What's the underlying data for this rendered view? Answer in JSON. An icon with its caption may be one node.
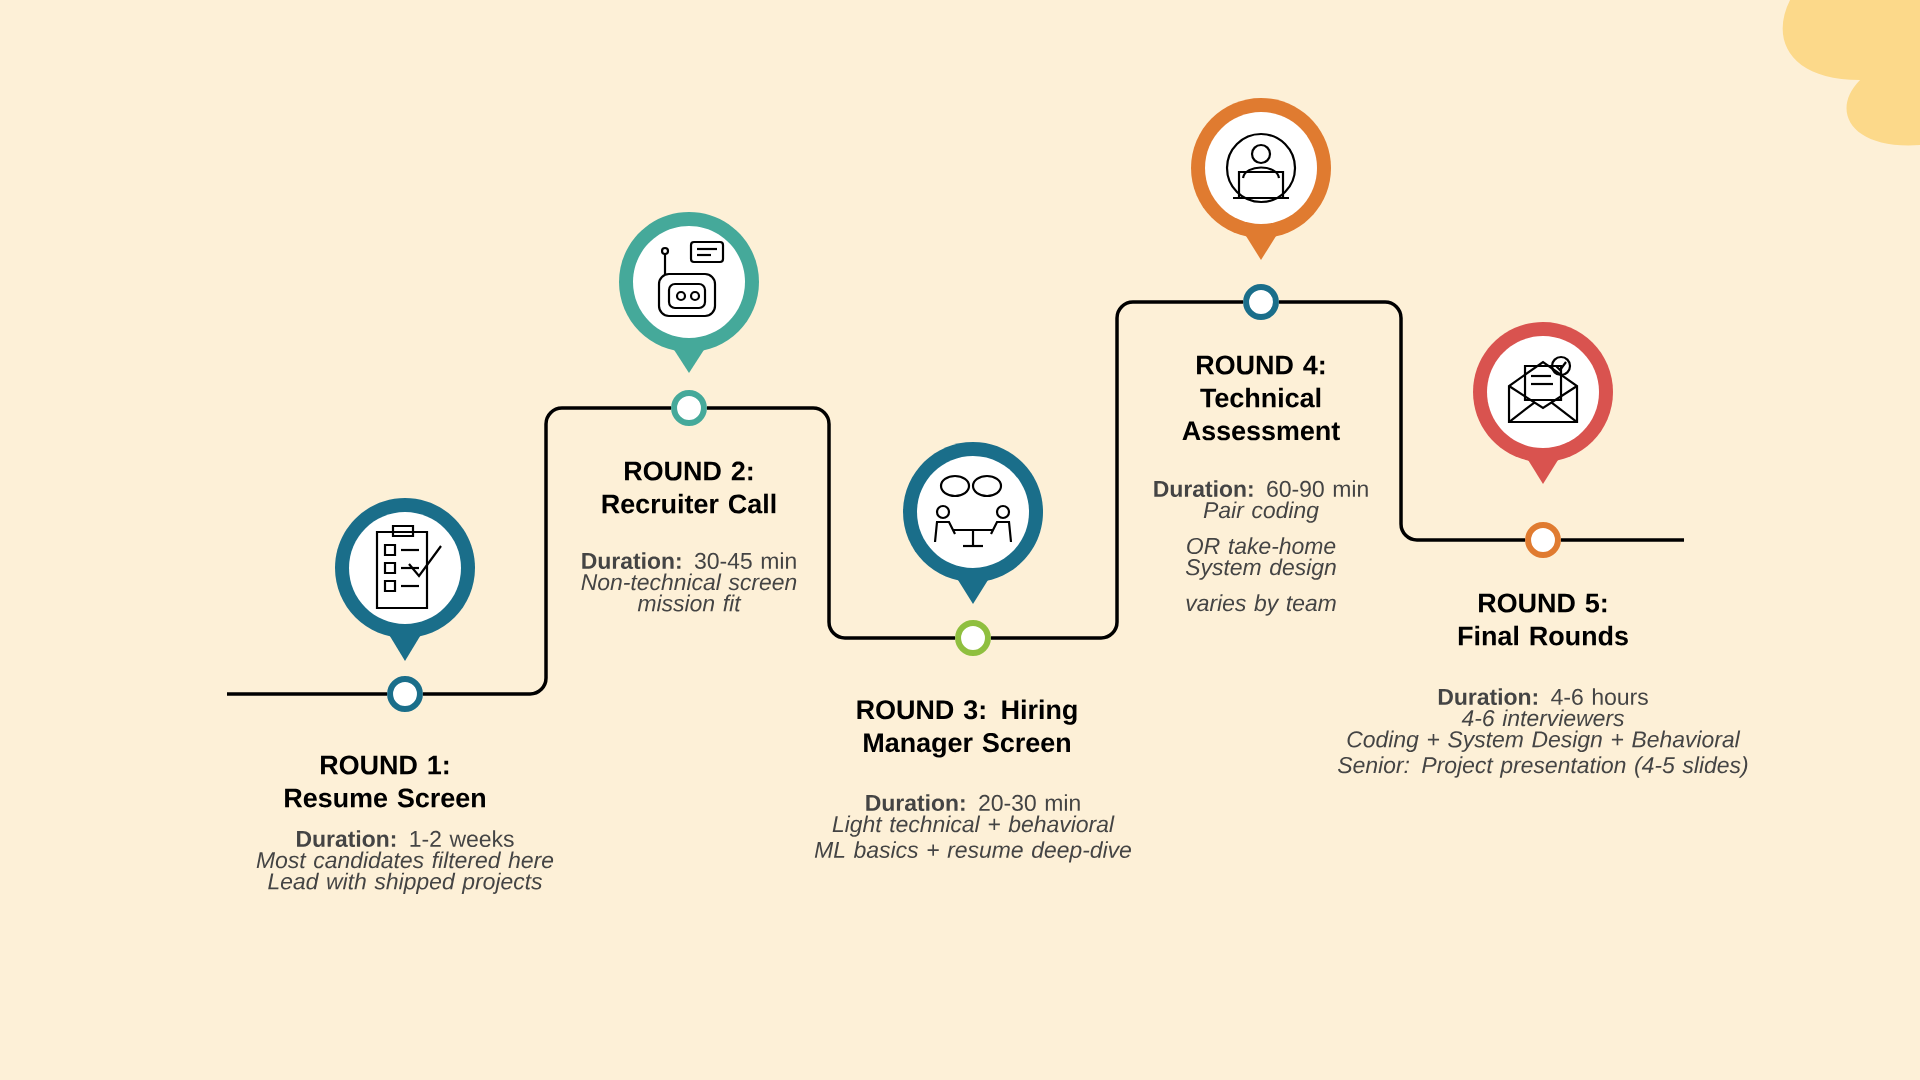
{
  "diagram": {
    "nodes": [
      {
        "text": [],
        "shape": "circle",
        "beside": [
          "ROUND 1: Resume Screen",
          "**Duration:** 1-2 weeks",
          "Most candidates filtered here",
          "Lead with shipped projects"
        ]
      },
      {
        "text": [],
        "shape": "circle",
        "beside": [
          "ROUND 2: Recruiter Call",
          "**Duration:** 30-45 min",
          "Non-technical screen",
          "mission fit"
        ]
      },
      {
        "text": [],
        "shape": "circle",
        "beside": [
          "ROUND 3: Hiring Manager Screen",
          "**Duration:** 20-30 min",
          "Light technical + behavioral",
          "ML basics + resume deep-dive"
        ]
      },
      {
        "text": [],
        "shape": "circle",
        "beside": [
          "ROUND 4: Technical Assessment",
          "**Duration:** 60-90 min",
          "Pair coding OR take-home",
          "System design varies by team"
        ]
      },
      {
        "text": [],
        "shape": "circle",
        "beside": [
          "ROUND 5: Final Rounds",
          "**Duration:** 4-6 hours",
          "4-6 interviewers",
          "Coding + System Design + Behavioral",
          "Senior: Project presentation (4-5 slides)"
        ]
      }
    ],
    "edges": [
      {
        "from": 0,
        "to": 1,
        "arrow": "none"
      },
      {
        "from": 1,
        "to": 2,
        "arrow": "none"
      },
      {
        "from": 2,
        "to": 3,
        "arrow": "none"
      },
      {
        "from": 3,
        "to": 4,
        "arrow": "none"
      }
    ]
  }
}
